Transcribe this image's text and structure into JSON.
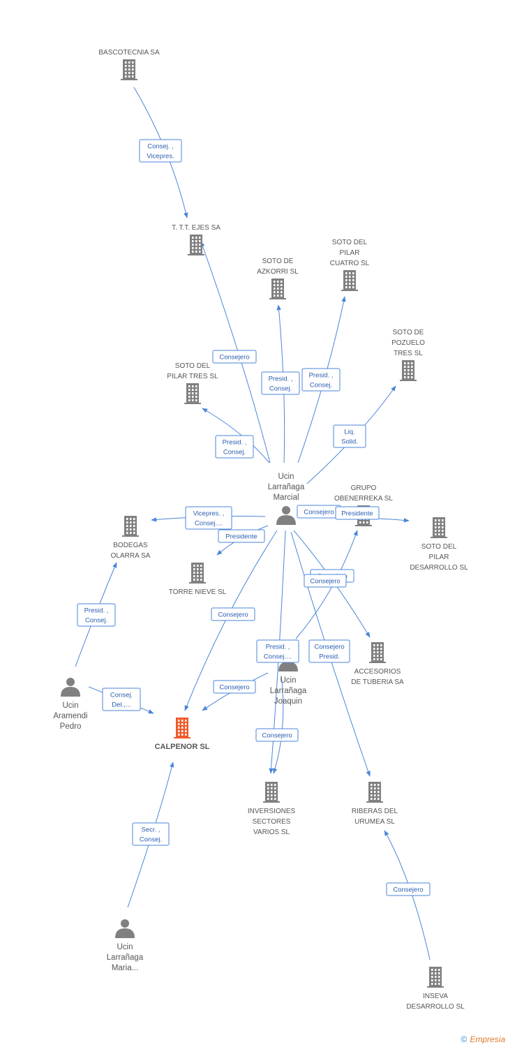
{
  "companies": [
    {
      "id": "bascotecnia",
      "lines": [
        "BASCOTECNIA SA"
      ],
      "focus": false
    },
    {
      "id": "ttt",
      "lines": [
        "T. T.T. EJES SA"
      ],
      "focus": false
    },
    {
      "id": "azkorri",
      "lines": [
        "SOTO DE",
        "AZKORRI SL"
      ],
      "focus": false
    },
    {
      "id": "cuatro",
      "lines": [
        "SOTO DEL",
        "PILAR",
        "CUATRO SL"
      ],
      "focus": false
    },
    {
      "id": "pozuelo",
      "lines": [
        "SOTO DE",
        "POZUELO",
        "TRES SL"
      ],
      "focus": false
    },
    {
      "id": "tres",
      "lines": [
        "SOTO DEL",
        "PILAR TRES SL"
      ],
      "focus": false
    },
    {
      "id": "grupo",
      "lines": [
        "GRUPO",
        "OBENERREKA SL"
      ],
      "focus": false
    },
    {
      "id": "desarrollo",
      "lines": [
        "SOTO DEL",
        "PILAR",
        "DESARROLLO SL"
      ],
      "focus": false
    },
    {
      "id": "bodegas",
      "lines": [
        "BODEGAS",
        "OLARRA SA"
      ],
      "focus": false
    },
    {
      "id": "torre",
      "lines": [
        "TORRE NIEVE SL"
      ],
      "focus": false
    },
    {
      "id": "accesorios",
      "lines": [
        "ACCESORIOS",
        "DE TUBERIA SA"
      ],
      "focus": false
    },
    {
      "id": "calpenor",
      "lines": [
        "CALPENOR SL"
      ],
      "focus": true
    },
    {
      "id": "inversiones",
      "lines": [
        "INVERSIONES",
        "SECTORES",
        "VARIOS SL"
      ],
      "focus": false
    },
    {
      "id": "riberas",
      "lines": [
        "RIBERAS DEL",
        "URUMEA SL"
      ],
      "focus": false
    },
    {
      "id": "inseva",
      "lines": [
        "INSEVA",
        "DESARROLLO SL"
      ],
      "focus": false
    }
  ],
  "persons": [
    {
      "id": "marcial",
      "lines": [
        "Ucin",
        "Larrañaga",
        "Marcial"
      ]
    },
    {
      "id": "joaquin",
      "lines": [
        "Ucin",
        "Larrañaga",
        "Joaquin"
      ]
    },
    {
      "id": "pedro",
      "lines": [
        "Ucin",
        "Aramendi",
        "Pedro"
      ]
    },
    {
      "id": "maria",
      "lines": [
        "Ucin",
        "Larrañaga",
        "Maria..."
      ]
    }
  ],
  "edges": [
    {
      "id": "bascotecnia-ttt",
      "lines": [
        "Consej. ,",
        "Vicepres."
      ]
    },
    {
      "id": "marcial-ttt",
      "lines": [
        "Consejero"
      ]
    },
    {
      "id": "marcial-azkorri",
      "lines": [
        "Presid. ,",
        "Consej."
      ]
    },
    {
      "id": "marcial-cuatro",
      "lines": [
        "Presid. ,",
        "Consej."
      ]
    },
    {
      "id": "marcial-pozuelo",
      "lines": [
        "Liq.",
        "Solid."
      ]
    },
    {
      "id": "marcial-tres",
      "lines": [
        "Presid. ,",
        "Consej."
      ]
    },
    {
      "id": "marcial-bodegas",
      "lines": [
        "Vicepres. ,",
        "Consej...."
      ]
    },
    {
      "id": "marcial-torre",
      "lines": [
        "Presidente"
      ]
    },
    {
      "id": "marcial-grupo",
      "lines": [
        "Consejero"
      ]
    },
    {
      "id": "marcial-desarrollo",
      "lines": [
        "Presidente"
      ]
    },
    {
      "id": "marcial-accesorios",
      "lines": [
        "Consejero"
      ]
    },
    {
      "id": "marcial-calpenor",
      "lines": [
        "Consejero"
      ]
    },
    {
      "id": "marcial-inversiones",
      "lines": [
        "Presid. ,",
        "Consej...."
      ]
    },
    {
      "id": "marcial-riberas",
      "lines": [
        "Consejero",
        "Presid."
      ]
    },
    {
      "id": "joaquin-grupo",
      "lines": [
        "Consejero"
      ]
    },
    {
      "id": "joaquin-calpenor",
      "lines": [
        "Consejero"
      ]
    },
    {
      "id": "joaquin-inversiones",
      "lines": [
        "Consejero"
      ]
    },
    {
      "id": "pedro-bodegas",
      "lines": [
        "Presid. ,",
        "Consej."
      ]
    },
    {
      "id": "pedro-calpenor",
      "lines": [
        "Consej.",
        "Del.,..."
      ]
    },
    {
      "id": "maria-calpenor",
      "lines": [
        "Secr. ,",
        "Consej."
      ]
    },
    {
      "id": "inseva-riberas",
      "lines": [
        "Consejero"
      ]
    }
  ],
  "footer": {
    "copyright": "©",
    "brand": "Empresia"
  },
  "colors": {
    "edge": "#4a86d8",
    "node": "#808080",
    "focus_node": "#f05a28",
    "label": "#555555"
  }
}
